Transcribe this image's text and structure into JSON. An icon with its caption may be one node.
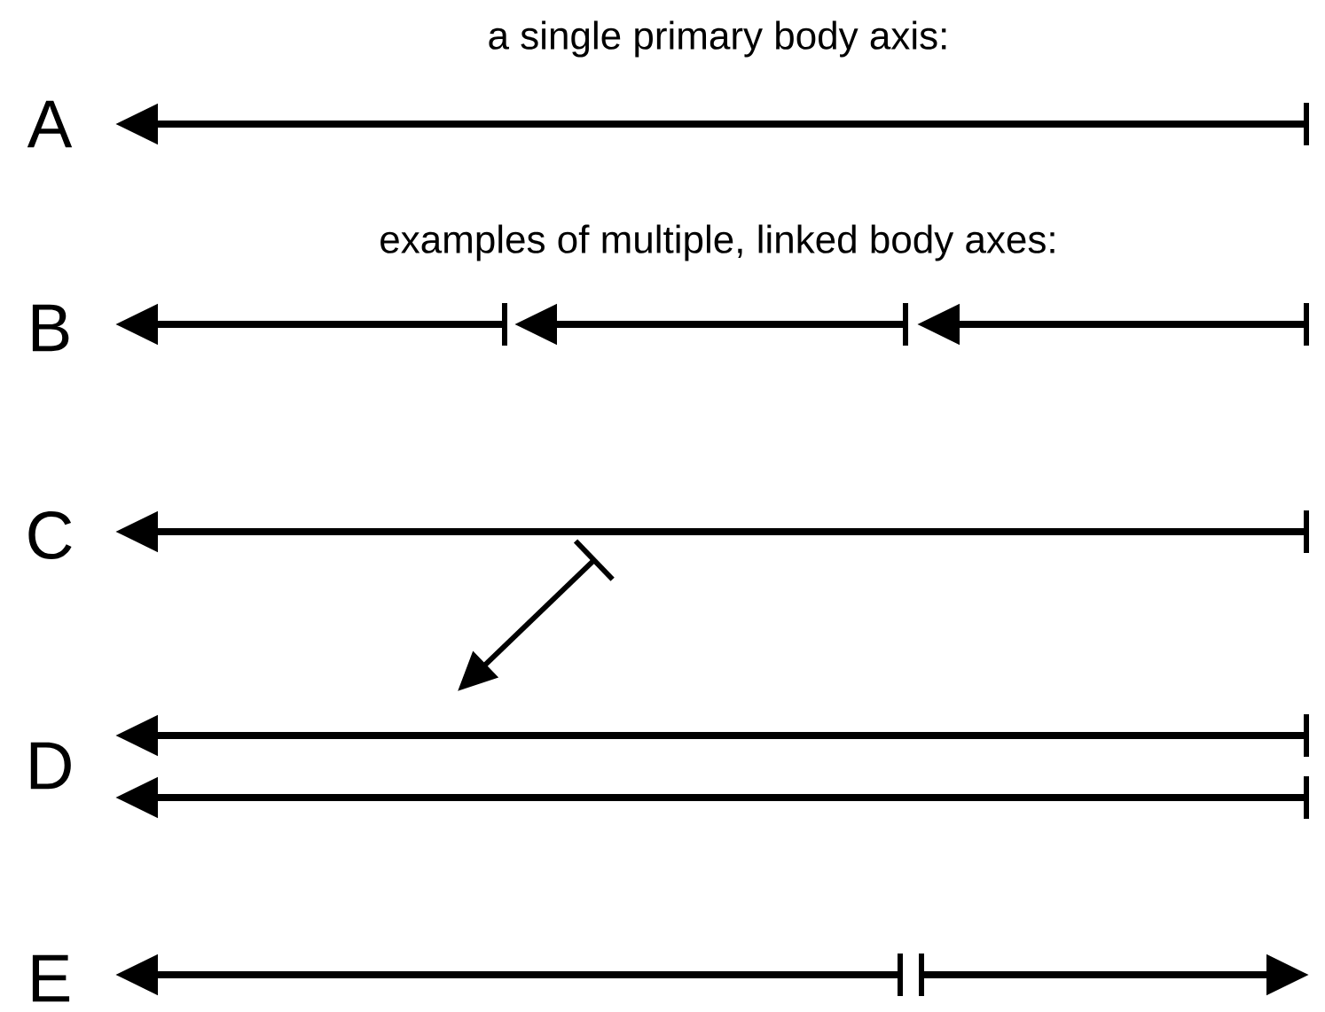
{
  "diagram": {
    "labels": [
      "a single primary body axis:",
      "A",
      "examples of multiple, linked body axes:",
      "B",
      "C",
      "D",
      "E"
    ]
  }
}
